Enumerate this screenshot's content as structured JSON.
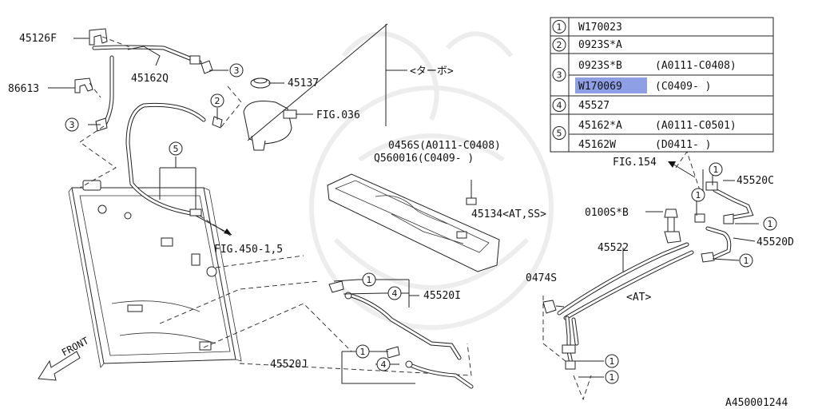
{
  "colors": {
    "highlight": "#8f9fe6",
    "ink": "#111111"
  },
  "labels": {
    "p45126F": "45126F",
    "p86613": "86613",
    "p45162Q": "45162Q",
    "p45137": "45137",
    "fig036": "FIG.036",
    "turbo": "<ターボ>",
    "q0456S": "0456S(A0111-C0408)",
    "q560016": "Q560016(C0409-      )",
    "p45134": "45134<AT,SS>",
    "fig154": "FIG.154",
    "p45520C": "45520C",
    "p0100S": "0100S*B",
    "p45522": "45522",
    "p45520D": "45520D",
    "fig450": "FIG.450-1,5",
    "p0474S": "0474S",
    "at": "<AT>",
    "p45520I": "45520I",
    "p45520J": "45520J",
    "front": "FRONT",
    "diagram_id": "A450001244"
  },
  "callouts": {
    "c1": "1",
    "c2": "2",
    "c3": "3",
    "c4": "4",
    "c5": "5"
  },
  "table": {
    "rows": [
      {
        "num": "1",
        "lines": [
          {
            "part": "W170023",
            "range": ""
          }
        ]
      },
      {
        "num": "2",
        "lines": [
          {
            "part": "0923S*A",
            "range": ""
          }
        ]
      },
      {
        "num": "3",
        "lines": [
          {
            "part": "0923S*B",
            "range": "(A0111-C0408)"
          },
          {
            "part": "W170069",
            "range": "(C0409-      )",
            "highlight": true
          }
        ]
      },
      {
        "num": "4",
        "lines": [
          {
            "part": "45527",
            "range": ""
          }
        ]
      },
      {
        "num": "5",
        "lines": [
          {
            "part": "45162*A",
            "range": "(A0111-C0501)"
          },
          {
            "part": "45162W",
            "range": "(D0411-      )"
          }
        ]
      }
    ]
  }
}
